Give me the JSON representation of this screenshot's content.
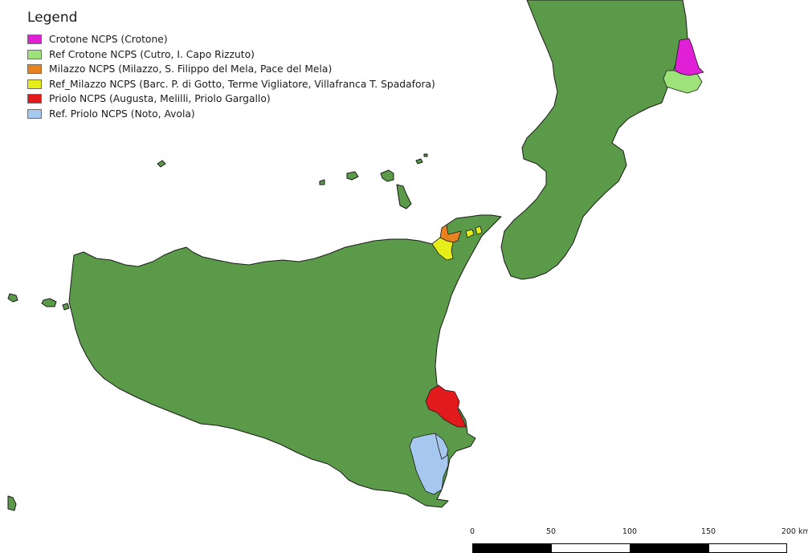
{
  "legend": {
    "title": "Legend",
    "items": [
      {
        "label": "Crotone NCPS (Crotone)",
        "color": "#e020d6"
      },
      {
        "label": "Ref Crotone NCPS (Cutro, I. Capo Rizzuto)",
        "color": "#9ee27a"
      },
      {
        "label": "Milazzo NCPS (Milazzo, S. Filippo del Mela, Pace del Mela)",
        "color": "#e8821e"
      },
      {
        "label": "Ref_Milazzo NCPS (Barc. P. di Gotto, Terme Vigliatore, Villafranca T. Spadafora)",
        "color": "#e6ee1a"
      },
      {
        "label": "Priolo NCPS (Augusta, Melilli, Priolo Gargallo)",
        "color": "#e31a1c"
      },
      {
        "label": "Ref. Priolo NCPS (Noto, Avola)",
        "color": "#a6c8ee"
      }
    ]
  },
  "map": {
    "land_color": "#5a9a48",
    "features": [
      "Sicily",
      "Calabria",
      "Aeolian Islands",
      "Egadi Islands"
    ]
  },
  "scalebar": {
    "ticks": [
      "0",
      "50",
      "100",
      "150",
      "200 km"
    ]
  }
}
